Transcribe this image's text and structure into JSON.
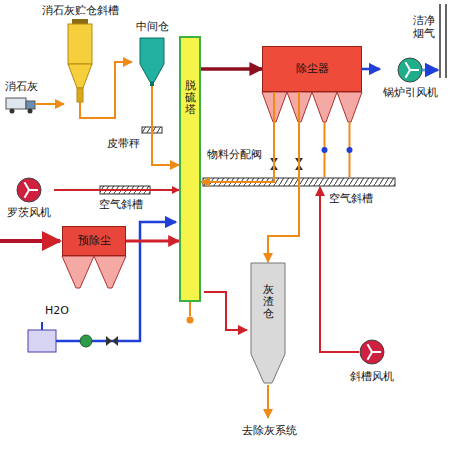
{
  "diagram": {
    "nodes": [
      {
        "text": [
          "消石灰贮仓斜槽"
        ]
      },
      {
        "text": [
          "中间仓"
        ]
      },
      {
        "text": [
          "脱硫塔"
        ]
      },
      {
        "text": [
          "除尘器"
        ]
      },
      {
        "text": [
          "锅炉引风机"
        ]
      },
      {
        "text": [
          "罗茨风机"
        ]
      },
      {
        "text": [
          "预除尘"
        ]
      },
      {
        "text": [
          "灰渣仓"
        ]
      },
      {
        "text": [
          "斜槽风机"
        ]
      }
    ],
    "edges": [
      {
        "from": 0,
        "to": 1,
        "arrow": "to"
      },
      {
        "from": 1,
        "to": 2,
        "arrow": "to"
      },
      {
        "from": 6,
        "to": 2,
        "arrow": "to"
      },
      {
        "from": 2,
        "to": 3,
        "arrow": "to"
      },
      {
        "from": 3,
        "to": 4,
        "arrow": "to"
      },
      {
        "from": 3,
        "to": 2,
        "arrow": "to"
      },
      {
        "from": 3,
        "to": 7,
        "arrow": "to"
      },
      {
        "from": 5,
        "to": 2,
        "arrow": "to"
      }
    ],
    "labels": [
      "消石灰",
      "皮带秤",
      "空气斜槽",
      "物料分配阀",
      "空气斜槽",
      "洁净烟气",
      "H2O",
      "去除灰系统"
    ]
  }
}
